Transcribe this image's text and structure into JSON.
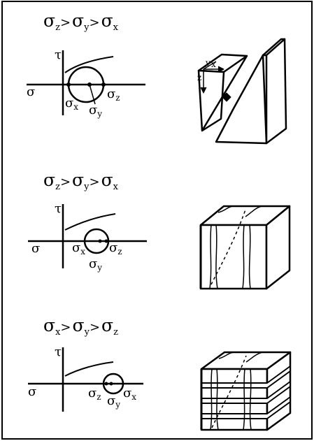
{
  "panels": [
    {
      "condition": {
        "a": "σ",
        "as": "z",
        "b": "σ",
        "bs": "y",
        "c": "σ",
        "cs": "x",
        "op": ">"
      },
      "tau_label": "τ",
      "sigma_label": "σ",
      "circle_labels": [
        {
          "base": "σ",
          "sub": "x"
        },
        {
          "base": "σ",
          "sub": "y"
        },
        {
          "base": "σ",
          "sub": "z"
        }
      ],
      "block_labels": {
        "y": "y",
        "x": "x",
        "z": "z"
      }
    },
    {
      "condition": {
        "a": "σ",
        "as": "z",
        "b": "σ",
        "bs": "y",
        "c": "σ",
        "cs": "x",
        "op": ">"
      },
      "tau_label": "τ",
      "sigma_label": "σ",
      "circle_labels": [
        {
          "base": "σ",
          "sub": "x"
        },
        {
          "base": "σ",
          "sub": "y"
        },
        {
          "base": "σ",
          "sub": "z"
        }
      ]
    },
    {
      "condition": {
        "a": "σ",
        "as": "x",
        "b": "σ",
        "bs": "y",
        "c": "σ",
        "cs": "z",
        "op": ">"
      },
      "tau_label": "τ",
      "sigma_label": "σ",
      "circle_labels": [
        {
          "base": "σ",
          "sub": "z"
        },
        {
          "base": "σ",
          "sub": "y"
        },
        {
          "base": "σ",
          "sub": "x"
        }
      ]
    }
  ]
}
